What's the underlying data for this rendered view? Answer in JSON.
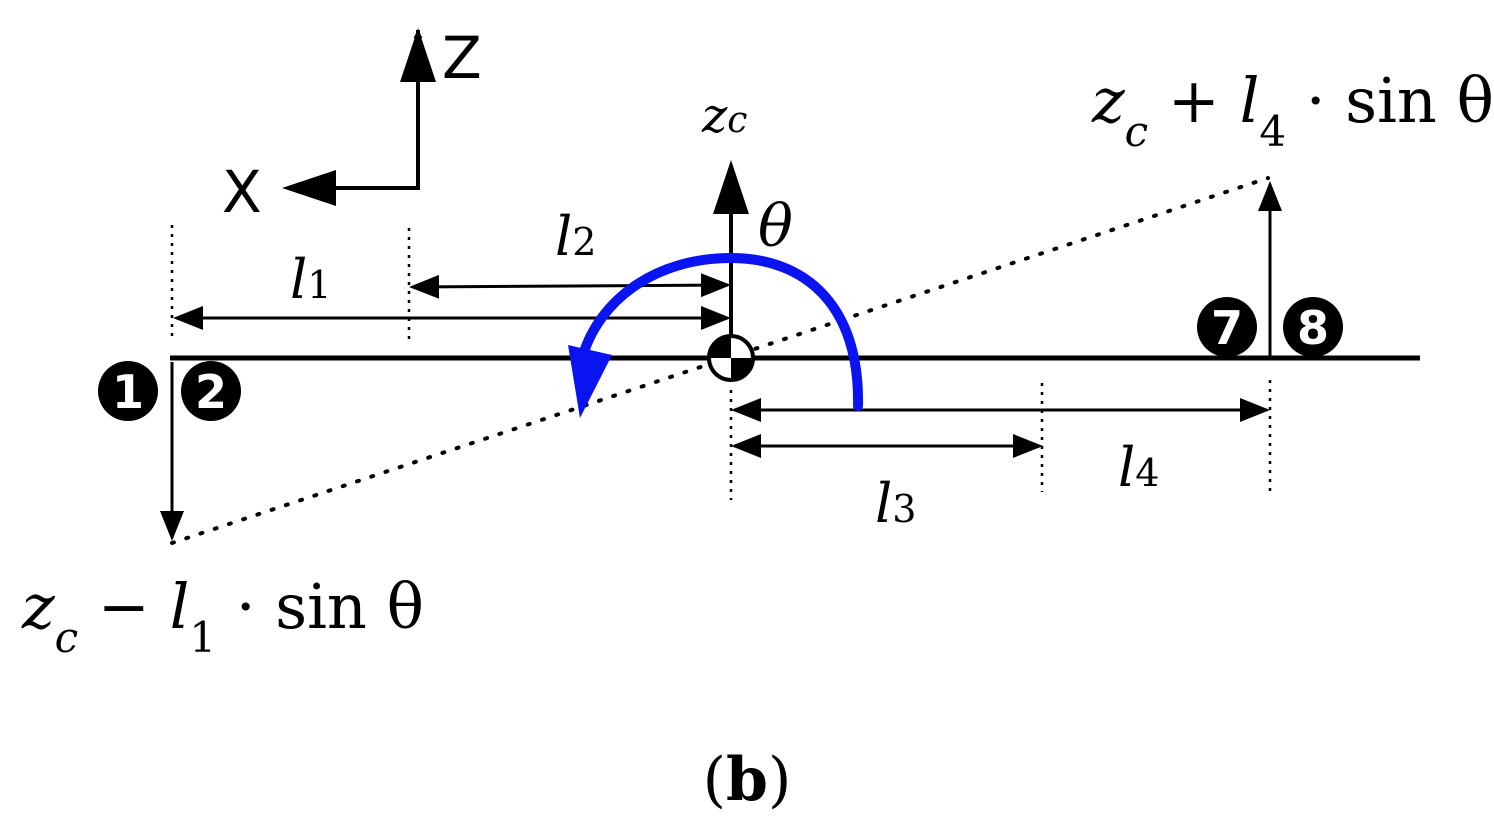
{
  "axes": {
    "z_label": "Z",
    "x_label": "X"
  },
  "pivot": {
    "label": "z",
    "label_sub": "c",
    "angle_label": "θ"
  },
  "lengths": [
    {
      "base": "l",
      "sub": "1"
    },
    {
      "base": "l",
      "sub": "2"
    },
    {
      "base": "l",
      "sub": "3"
    },
    {
      "base": "l",
      "sub": "4"
    }
  ],
  "markers": [
    "1",
    "2",
    "7",
    "8"
  ],
  "expressions": {
    "right": {
      "z": "z",
      "z_sub": "c",
      "op": " + ",
      "l": "l",
      "l_sub": "4",
      "tail": " · sin θ"
    },
    "left": {
      "z": "z",
      "z_sub": "c",
      "op": " − ",
      "l": "l",
      "l_sub": "1",
      "tail": " · sin θ"
    }
  },
  "caption": {
    "open": "(",
    "letter": "b",
    "close": ")"
  },
  "colors": {
    "stroke": "#000000",
    "rotation_arrow": "#0a14f0"
  }
}
